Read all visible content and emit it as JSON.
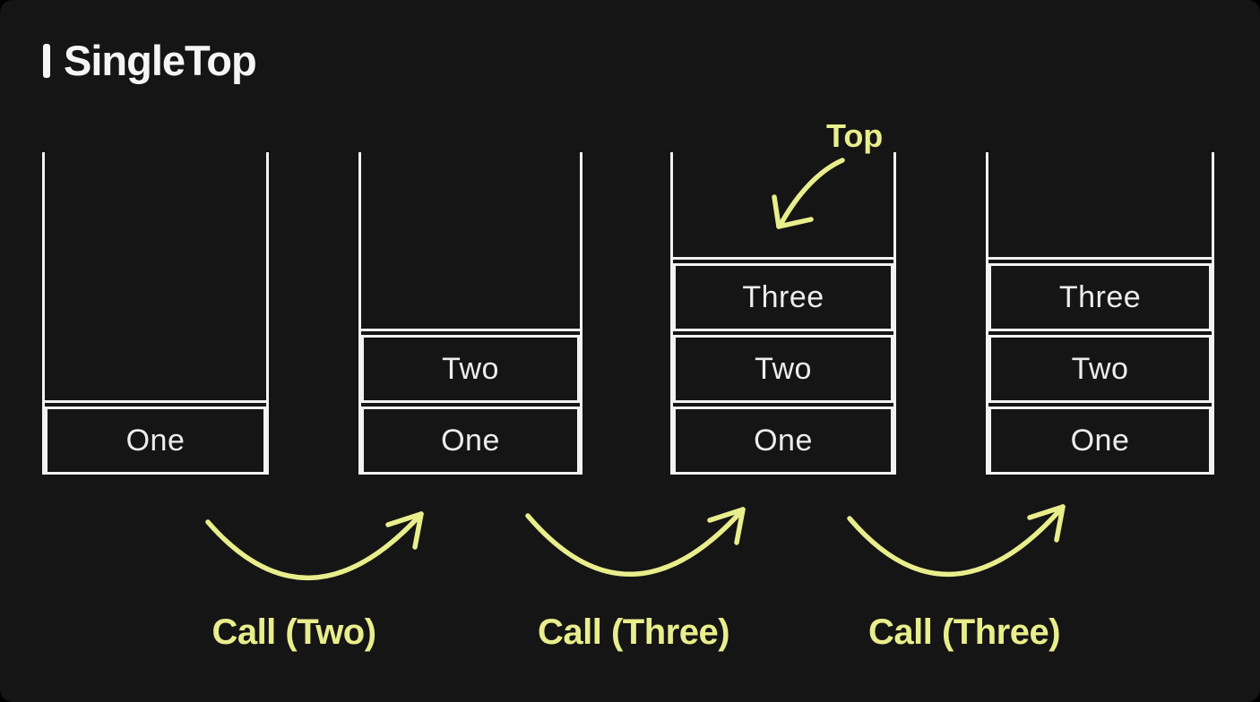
{
  "colors": {
    "background": "#151515",
    "outside_canvas": "#000000",
    "line": "#f2f2f2",
    "accent_yellow": "#e9ee8c",
    "cell_text": "#ededed"
  },
  "title": {
    "bullet": "|",
    "text": "SingleTop"
  },
  "annotations": {
    "top_pointer_label": "Top"
  },
  "stacks": [
    {
      "id": "stack-1",
      "items": [
        "One"
      ]
    },
    {
      "id": "stack-2",
      "items": [
        "Two",
        "One"
      ]
    },
    {
      "id": "stack-3",
      "items": [
        "Three",
        "Two",
        "One"
      ]
    },
    {
      "id": "stack-4",
      "items": [
        "Three",
        "Two",
        "One"
      ]
    }
  ],
  "transitions": [
    {
      "label": "Call (Two)"
    },
    {
      "label": "Call (Three)"
    },
    {
      "label": "Call (Three)"
    }
  ]
}
